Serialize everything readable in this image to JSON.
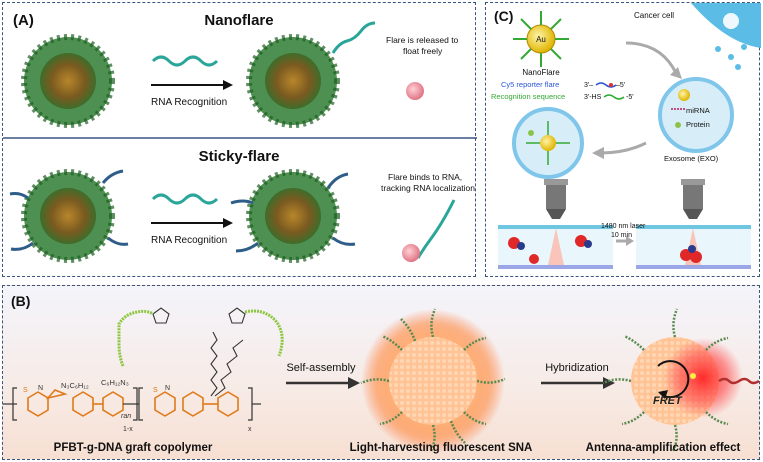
{
  "panel_a": {
    "label": "(A)",
    "nanoflare_title": "Nanoflare",
    "nanoflare_step": "RNA Recognition",
    "nanoflare_note_l1": "Flare is released to",
    "nanoflare_note_l2": "float freely",
    "sticky_title": "Sticky-flare",
    "sticky_step": "RNA Recognition",
    "sticky_note_l1": "Flare binds to RNA,",
    "sticky_note_l2": "tracking RNA localization"
  },
  "panel_c": {
    "label": "(C)",
    "au_label": "Au",
    "nanoflare_label": "NanoFlare",
    "cancer_cell": "Cancer cell",
    "cy5_label": "Cy5 reporter flare",
    "cy5_seq": "3'–",
    "cy5_seq_end": "–5'",
    "recog_label": "Recognition sequence",
    "recog_seq": "3'-HS",
    "recog_seq_end": "-5'",
    "mirna": "miRNA",
    "protein": "Protein",
    "exosome": "Exosome (EXO)",
    "laser_l1": "1480 nm laser",
    "laser_l2": "10 min",
    "colors": {
      "cy5": "#2b55d6",
      "recognition": "#33aa33",
      "exosome": "#7fc6ea"
    }
  },
  "panel_b": {
    "label": "(B)",
    "self_assembly": "Self-assembly",
    "hybridization": "Hybridization",
    "fret": "FRET",
    "caption_left": "PFBT-g-DNA graft copolymer",
    "caption_mid": "Light-harvesting fluorescent SNA",
    "caption_right": "Antenna-amplification effect",
    "chem": {
      "s": "S",
      "n": "N",
      "sub_left": "N₃C₆H₁₂",
      "sub_right": "C₆H₁₂N₃",
      "ran": "ran",
      "one_minus_x": "1-x",
      "x": "x"
    },
    "colors": {
      "polymer": "#e07a1a",
      "dna": "#8cc63f",
      "glow": "#ff6a2a"
    }
  }
}
